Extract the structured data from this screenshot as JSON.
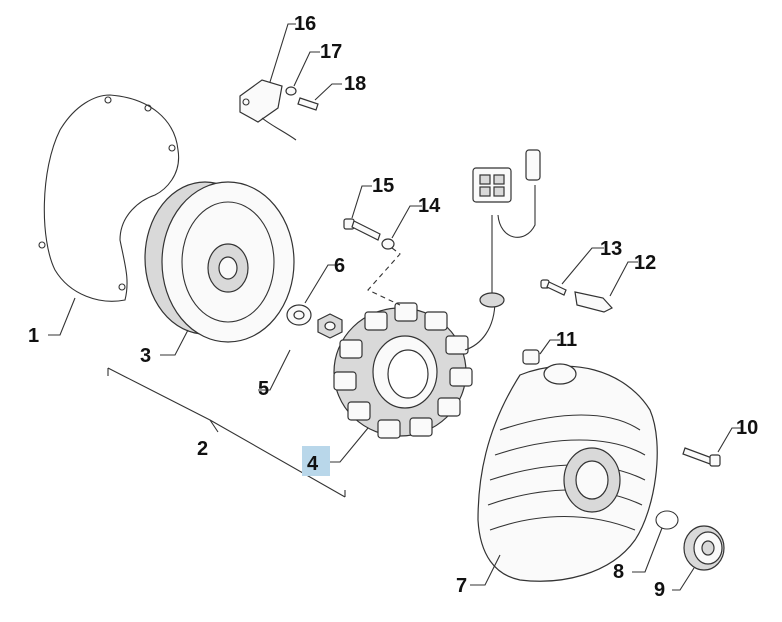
{
  "callouts": [
    {
      "id": "1",
      "text": "1"
    },
    {
      "id": "2",
      "text": "2"
    },
    {
      "id": "3",
      "text": "3"
    },
    {
      "id": "4",
      "text": "4",
      "highlighted": true
    },
    {
      "id": "5",
      "text": "5"
    },
    {
      "id": "6",
      "text": "6"
    },
    {
      "id": "7",
      "text": "7"
    },
    {
      "id": "8",
      "text": "8"
    },
    {
      "id": "9",
      "text": "9"
    },
    {
      "id": "10",
      "text": "10"
    },
    {
      "id": "11",
      "text": "11"
    },
    {
      "id": "12",
      "text": "12"
    },
    {
      "id": "13",
      "text": "13"
    },
    {
      "id": "14",
      "text": "14"
    },
    {
      "id": "15",
      "text": "15"
    },
    {
      "id": "16",
      "text": "16"
    },
    {
      "id": "17",
      "text": "17"
    },
    {
      "id": "18",
      "text": "18"
    }
  ],
  "colors": {
    "highlight": "#b9d7ea",
    "ink": "#333333"
  }
}
